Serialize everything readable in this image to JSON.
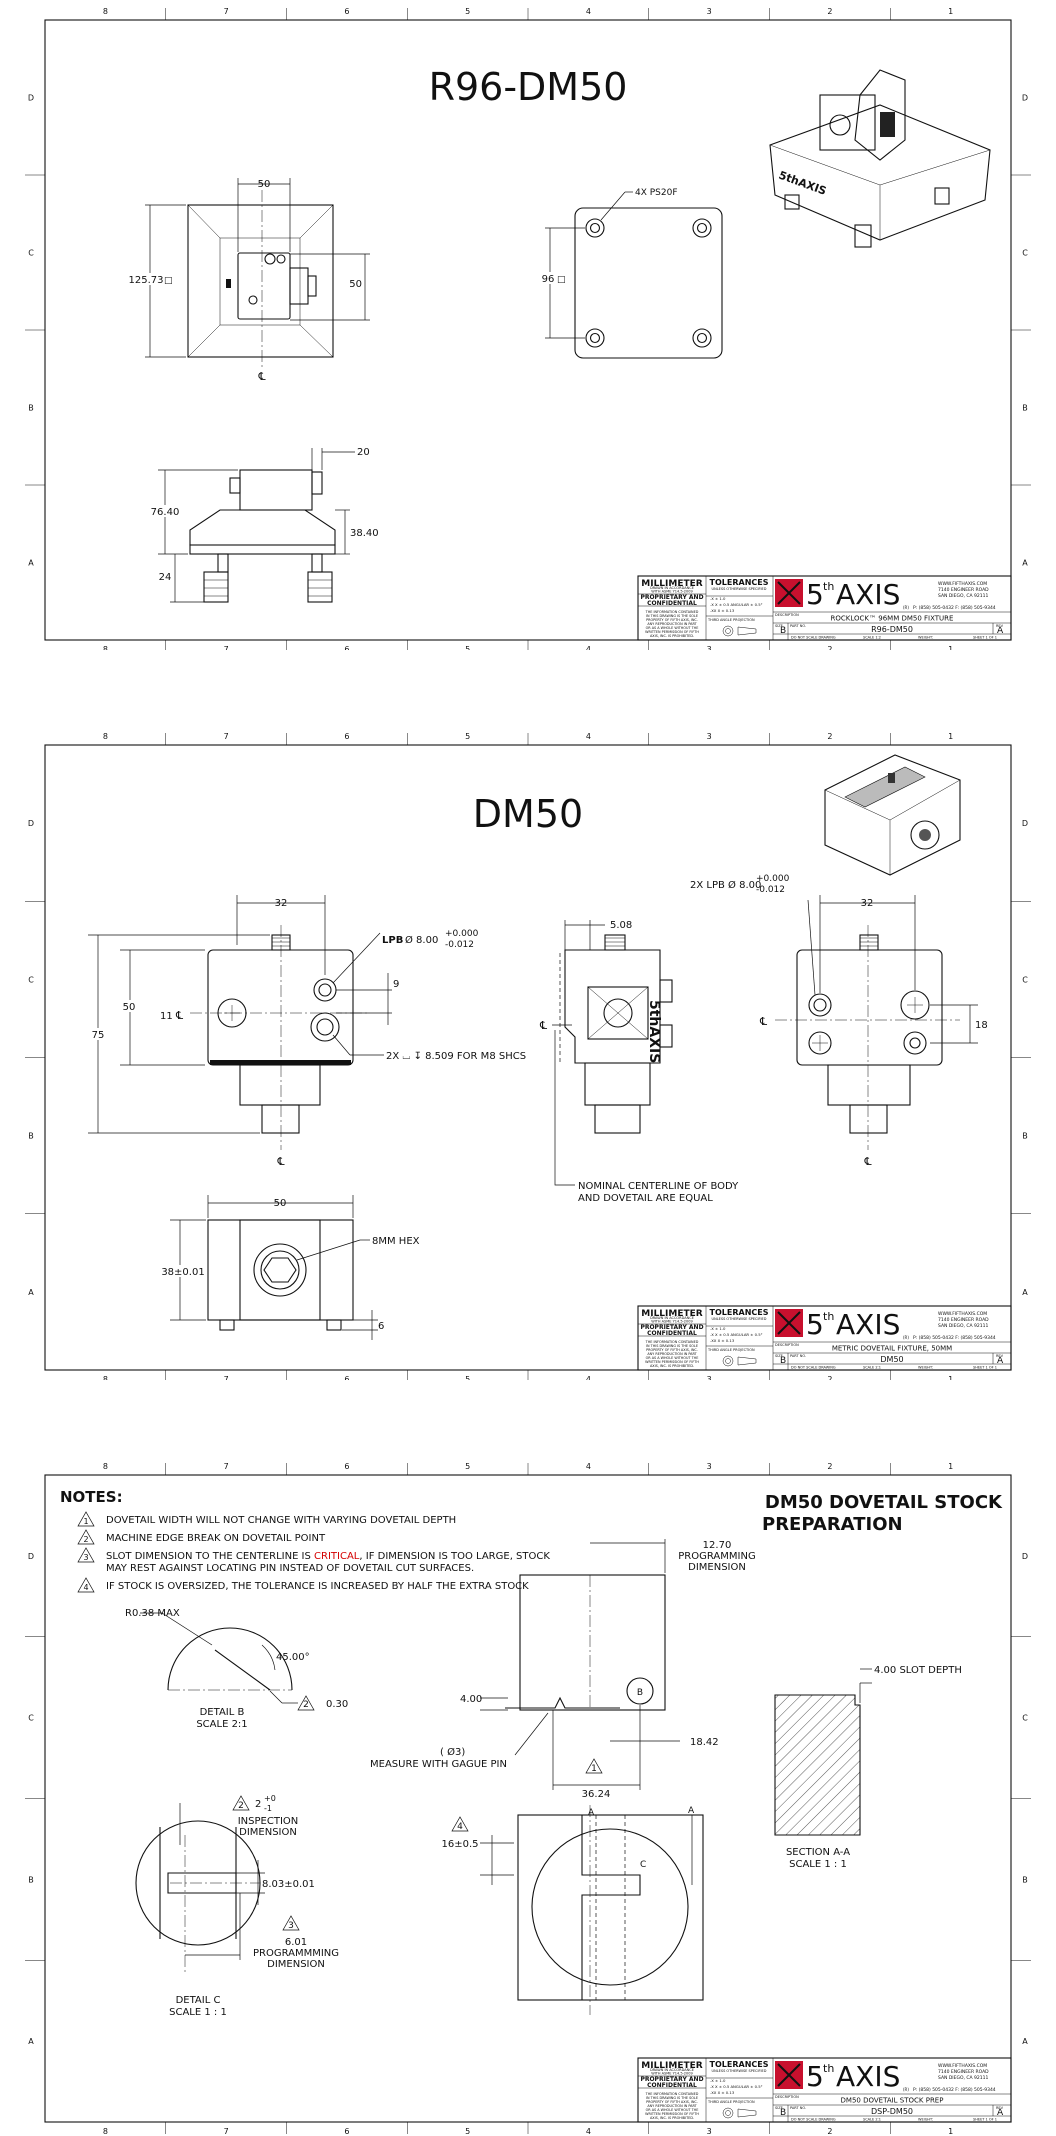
{
  "grid": {
    "cols": [
      "8",
      "7",
      "6",
      "5",
      "4",
      "3",
      "2",
      "1"
    ],
    "rows": [
      "D",
      "C",
      "B",
      "A"
    ]
  },
  "sheet1": {
    "title": "R96-DM50",
    "dims": {
      "w50": "50",
      "h125": "125.73",
      "box": "□",
      "h50": "50",
      "ps": "4X PS20F",
      "h96": "96",
      "b20": "20",
      "h76": "76.40",
      "h38": "38.40",
      "h24": "24",
      "cl": "℄"
    },
    "tb": {
      "description": "ROCKLOCK™ 96MM DM50 FIXTURE",
      "part_no": "R96-DM50",
      "size": "B",
      "rev": "A",
      "scale": "SCALE 1:2"
    }
  },
  "sheet2": {
    "title": "DM50",
    "dims": {
      "w32": "32",
      "lpb": "LPB",
      "lpb_val": "Ø 8.00",
      "tol_plus": "+0.000",
      "tol_minus": "-0.012",
      "d9": "9",
      "d11": "11",
      "d50": "50",
      "d75": "75",
      "cbore": "2X ⌴ ↧ 8.509 FOR M8 SHCS",
      "d508": "5.08",
      "nominal1": "NOMINAL CENTERLINE OF BODY",
      "nominal2": "AND DOVETAIL ARE EQUAL",
      "lpb2": "2X LPB Ø 8.00",
      "w32b": "32",
      "d18": "18",
      "w50b": "50",
      "h38": "38±0.01",
      "hex": "8MM HEX",
      "d6": "6",
      "cl": "℄"
    },
    "tb": {
      "description": "METRIC DOVETAIL FIXTURE, 50MM",
      "part_no": "DM50",
      "size": "B",
      "rev": "A",
      "scale": "SCALE 2:1"
    }
  },
  "sheet3": {
    "notes_heading": "NOTES:",
    "notes": [
      {
        "num": "1",
        "pre": "DOVETAIL WIDTH WILL NOT CHANGE WITH VARYING DOVETAIL DEPTH",
        "crit": "",
        "post": "",
        "line2": ""
      },
      {
        "num": "2",
        "pre": "MACHINE EDGE BREAK ON DOVETAIL POINT",
        "crit": "",
        "post": "",
        "line2": ""
      },
      {
        "num": "3",
        "pre": "SLOT DIMENSION TO THE CENTERLINE IS ",
        "crit": "CRITICAL",
        "post": ", IF DIMENSION IS TOO LARGE, STOCK",
        "line2": "MAY REST AGAINST LOCATING PIN INSTEAD OF DOVETAIL CUT SURFACES."
      },
      {
        "num": "4",
        "pre": "IF STOCK IS OVERSIZED, THE TOLERANCE IS INCREASED BY HALF THE EXTRA STOCK",
        "crit": "",
        "post": "",
        "line2": ""
      }
    ],
    "title_line1": "DM50 DOVETAIL STOCK",
    "title_line2": "PREPARATION",
    "dims": {
      "r038": "R0.38 MAX",
      "a45": "45.00°",
      "d030": "0.30",
      "detailb1": "DETAIL B",
      "detailb2": "SCALE 2:1",
      "t1270": "12.70",
      "prog1": "PROGRAMMING",
      "prog2": "DIMENSION",
      "d400": "4.00",
      "phi3": "( Ø3)",
      "gague": "MEASURE WITH GAGUE PIN",
      "d1842": "18.42",
      "d3624": "36.24",
      "slot": "4.00 SLOT DEPTH",
      "insp_num": "2",
      "insp_tol": "+0",
      "insp_tol2": "-1",
      "insp1": "INSPECTION",
      "insp2": "DIMENSION",
      "d803": "8.03±0.01",
      "d601": "6.01",
      "prog3": "PROGRAMMMING",
      "prog4": "DIMENSION",
      "detailc1": "DETAIL C",
      "detailc2": "SCALE 1 : 1",
      "d16": "16±0.5",
      "secA1": "SECTION A-A",
      "secA2": "SCALE 1 : 1",
      "lblA": "A",
      "lblB": "B",
      "lblC": "C"
    },
    "tb": {
      "description": "DM50 DOVETAIL STOCK PREP",
      "part_no": "DSP-DM50",
      "size": "B",
      "rev": "A",
      "scale": "SCALE 2:1"
    }
  },
  "titleblock": {
    "millimeter": "MILLIMETER",
    "mm_note1": "DRAWN IN ACCORDANCE",
    "mm_note2": "WITH ASME Y14.5-2009",
    "tolerances": "TOLERANCES",
    "tol_note": "UNLESS OTHERWISE SPECIFIED",
    "tol1": ".X ± 1.0",
    "tol2": ".X X ± 0.5    ANGULAR ± 0.5°",
    "tol3": ".XX X ± 0.13",
    "proprietary1": "PROPRIETARY AND",
    "proprietary2": "CONFIDENTIAL",
    "prop_note1": "THE INFORMATION CONTAINED",
    "prop_note2": "IN THIS DRAWING IS THE SOLE",
    "prop_note3": "PROPERTY OF FIFTH AXIS, INC.",
    "prop_note4": "ANY REPRODUCTION IN PART",
    "prop_note5": "OR AS A WHOLE WITHOUT THE",
    "prop_note6": "WRITTEN PERMISSION OF FIFTH",
    "prop_note7": "AXIS, INC. IS PROHIBITED.",
    "third_angle": "THIRD ANGLE PROJECTION",
    "brand_num": "5",
    "brand_sup": "th",
    "brand_word": "AXIS",
    "brand_sub": "(R)",
    "website": "WWW.FIFTHAXIS.COM",
    "addr1": "7140 ENGINEER ROAD",
    "addr2": "SAN DIEGO, CA 92111",
    "phone": "P: (858) 505-0432  F: (858) 505-9344",
    "description_lbl": "DESCRIPTION",
    "size_lbl": "SIZE",
    "part_lbl": "PART NO.",
    "rev_lbl": "REV",
    "noscale": "DO NOT SCALE DRAWING",
    "weight": "WEIGHT:",
    "sheet": "SHEET 1 OF 1"
  }
}
